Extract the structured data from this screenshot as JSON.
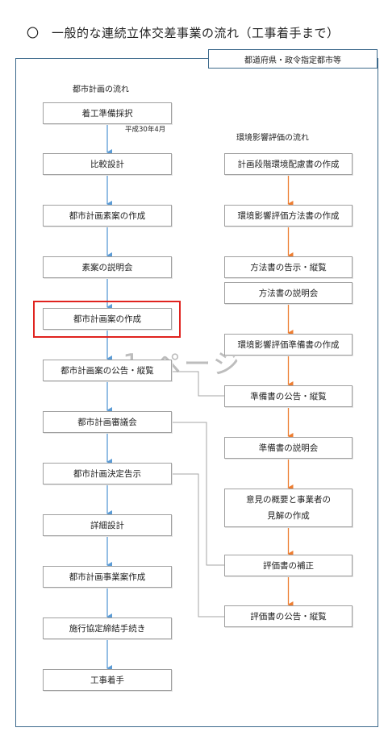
{
  "title": "〇　一般的な連続立体交差事業の流れ（工事着手まで）",
  "owner_label": "都道府県・政令指定都市等",
  "left_heading": "都市計画の流れ",
  "right_heading": "環境影響評価の流れ",
  "date_note": "平成30年4月",
  "watermark": "1 ページ",
  "left_steps": [
    "着工準備採択",
    "比較設計",
    "都市計画素案の作成",
    "素案の説明会",
    "都市計画案の作成",
    "都市計画案の公告・縦覧",
    "都市計画審議会",
    "都市計画決定告示",
    "詳細設計",
    "都市計画事業案作成",
    "施行協定締結手続き",
    "工事着手"
  ],
  "right_steps": [
    "計画段階環境配慮書の作成",
    "環境影響評価方法書の作成",
    "方法書の告示・縦覧",
    "方法書の説明会",
    "環境影響評価準備書の作成",
    "準備書の公告・縦覧",
    "準備書の説明会",
    "意見の概要と事業者の\n見解の作成",
    "評価書の補正",
    "評価書の公告・縦覧"
  ],
  "colors": {
    "frame": "#3d6a8c",
    "left_arrow": "#5b9bd5",
    "right_arrow": "#ed7d31",
    "highlight": "#e0231f"
  }
}
